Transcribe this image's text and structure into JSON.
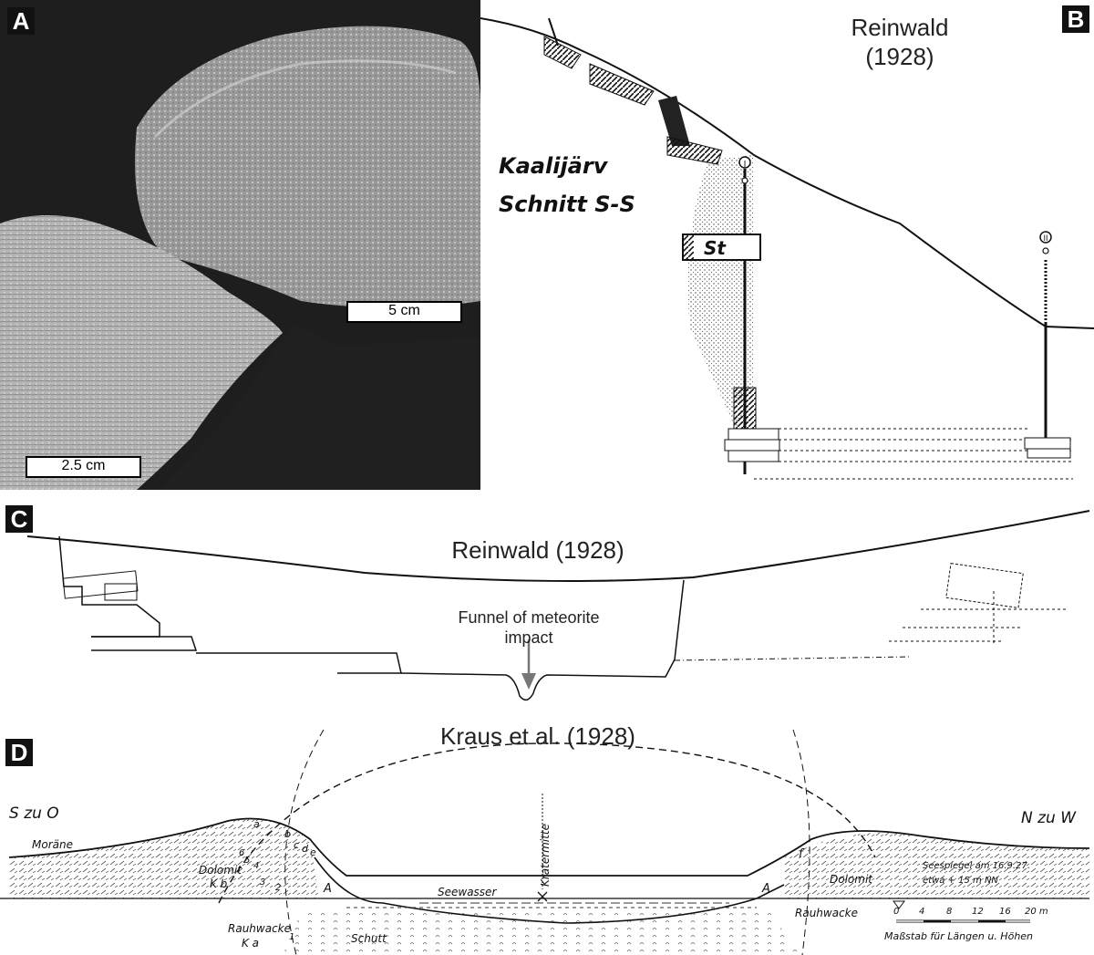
{
  "panel_a": {
    "letter": "A",
    "scale_upper": "5 cm",
    "scale_lower": "2.5 cm"
  },
  "panel_b": {
    "letter": "B",
    "title_line1": "Reinwald",
    "title_line2": "(1928)",
    "hand_line1": "Kaalijärv",
    "hand_line2": "Schnitt S-S",
    "block_label": "St",
    "marker_1": "I",
    "marker_2": "II"
  },
  "panel_c": {
    "letter": "C",
    "title": "Reinwald (1928)",
    "annotation_line1": "Funnel of meteorite",
    "annotation_line2": "impact"
  },
  "panel_d": {
    "letter": "D",
    "title": "Kraus et al. (1928)",
    "left_direction": "S zu O",
    "right_direction": "N zu W",
    "moraene": "Moräne",
    "dolomit_left": "Dolomit",
    "kb": "K b",
    "rauhwacke_left": "Rauhwacke",
    "ka": "K a",
    "schutt": "Schutt",
    "seewasser": "Seewasser",
    "kratermitte": "Kratermitte",
    "dolomit_right": "Dolomit",
    "rauhwacke_right": "Rauhwacke",
    "seespiegel_line1": "Seespiegel am 16.9.27.",
    "seespiegel_line2": "etwa + 15 m NN",
    "scale_ticks": [
      "0",
      "4",
      "8",
      "12",
      "16",
      "20 m"
    ],
    "scale_caption": "Maßstab für Längen u. Höhen",
    "point_a_left": "A",
    "point_a_right": "A",
    "layer_letters": [
      "a",
      "b",
      "c",
      "d",
      "e"
    ],
    "layer_numbers": [
      "6",
      "5",
      "4",
      "3",
      "2",
      "1"
    ],
    "point_f": "f"
  }
}
